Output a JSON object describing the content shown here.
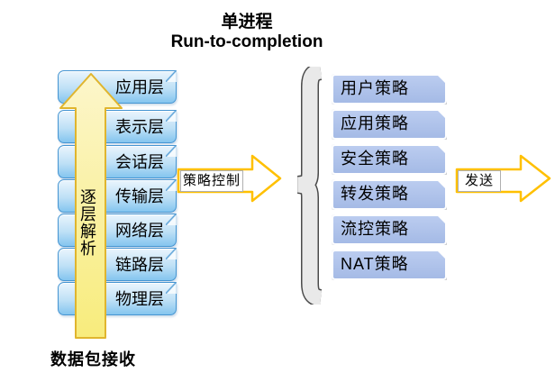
{
  "title": {
    "line1": "单进程",
    "line2": "Run-to-completion"
  },
  "left_stack": {
    "layers": [
      "应用层",
      "表示层",
      "会话层",
      "传输层",
      "网络层",
      "链路层",
      "物理层"
    ],
    "up_arrow_label": "逐层解析",
    "receive_label": "数据包接收"
  },
  "policy_arrow_label": "策略控制",
  "policy_stack": [
    "用户策略",
    "应用策略",
    "安全策略",
    "转发策略",
    "流控策略",
    "NAT策略"
  ],
  "send_arrow_label": "发送",
  "colors": {
    "layer_box_border": "#4695D2",
    "layer_box_top": "#EAF5FD",
    "layer_box_mid": "#BEE0F6",
    "layer_box_bottom": "#84C5EF",
    "policy_box_top": "#BCCDF0",
    "policy_box_bottom": "#A3B9E5",
    "up_arrow_fill_top": "#FCF6CB",
    "up_arrow_fill_bottom": "#F8EC7C",
    "up_arrow_border": "#E0B52E",
    "outline_arrow_border": "#FFC000",
    "brace_fill": "#E9E9E9",
    "brace_border": "#4A4A4A"
  }
}
